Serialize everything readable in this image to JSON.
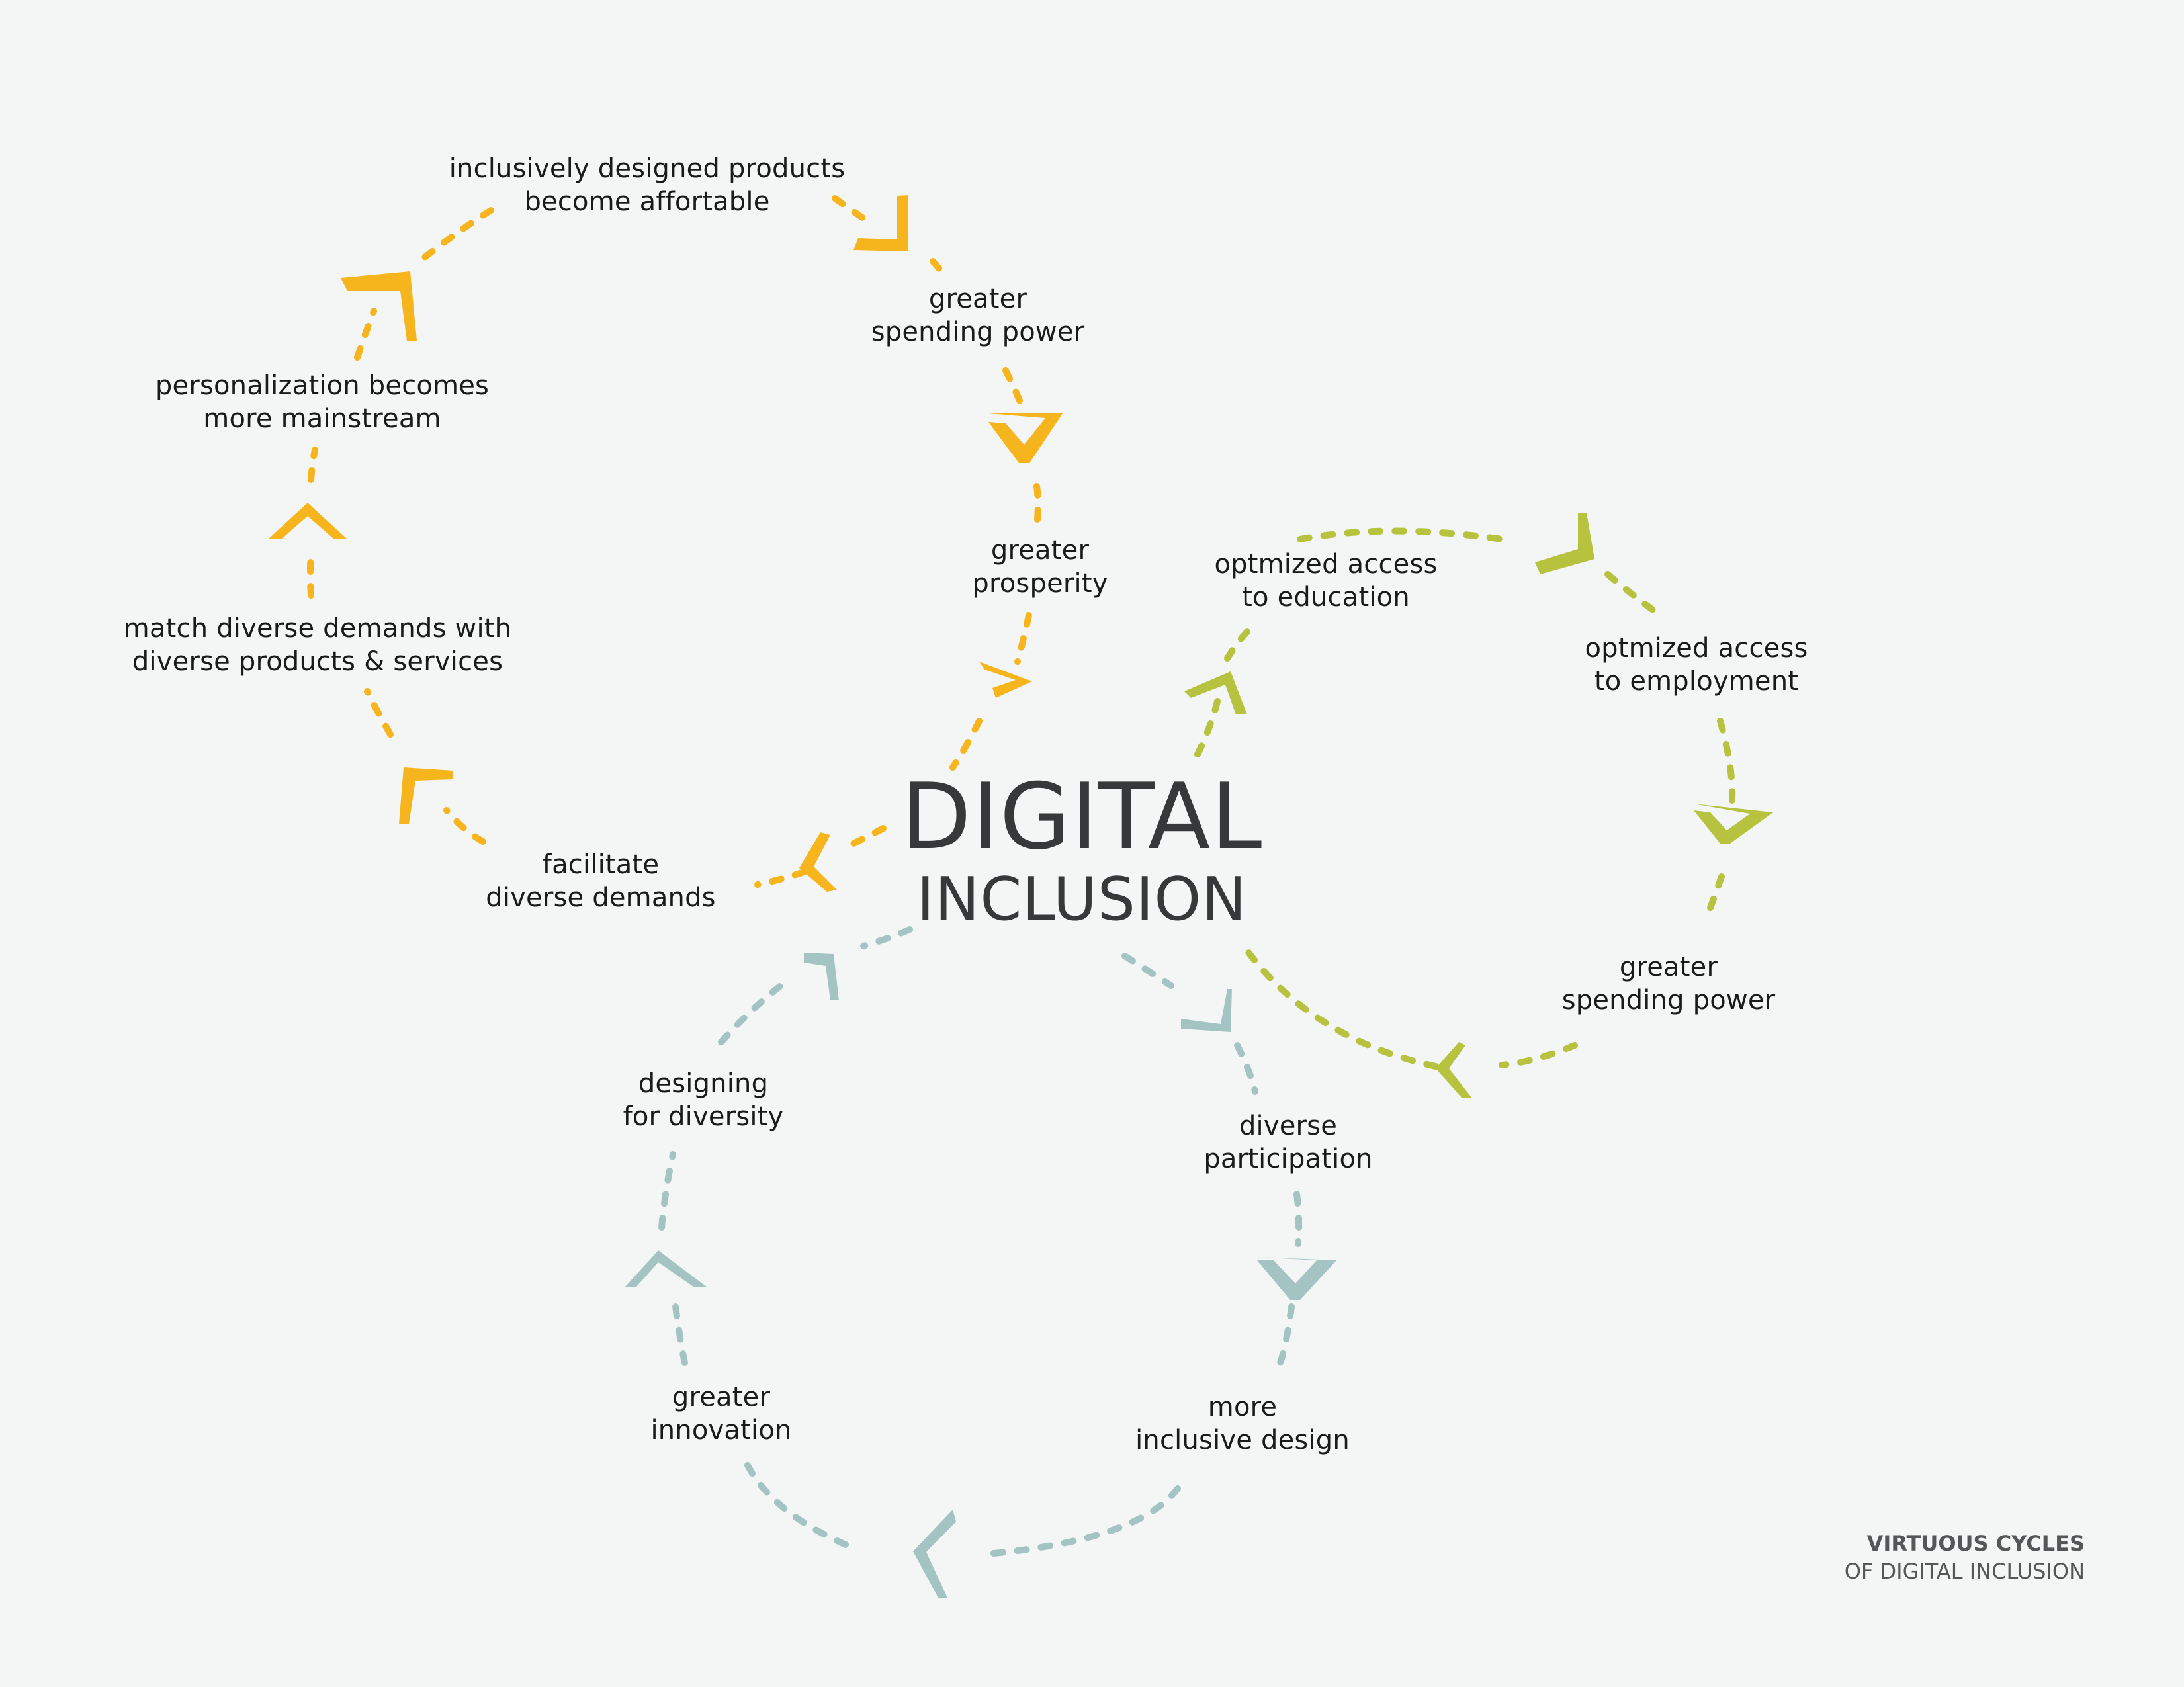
{
  "title": {
    "line1": "DIGITAL",
    "line2": "INCLUSION"
  },
  "caption": {
    "line1": "VIRTUOUS CYCLES",
    "line2": "OF DIGITAL INCLUSION"
  },
  "colors": {
    "yellow_cycle": "#f6b51d",
    "green_cycle": "#b7c23f",
    "teal_cycle": "#a4c4c4",
    "text": "#1a1a1a",
    "title": "#37383a",
    "background": "#f4f5f5"
  },
  "cycles": {
    "yellow": {
      "labels": [
        {
          "line1": "inclusively designed products",
          "line2": "become affortable"
        },
        {
          "line1": "greater",
          "line2": "spending power"
        },
        {
          "line1": "greater",
          "line2": "prosperity"
        },
        {
          "line1": "facilitate",
          "line2": "diverse demands"
        },
        {
          "line1": "match diverse demands with",
          "line2": "diverse products & services"
        },
        {
          "line1": "personalization becomes",
          "line2": "more mainstream"
        }
      ]
    },
    "green": {
      "labels": [
        {
          "line1": "optmized access",
          "line2": "to education"
        },
        {
          "line1": "optmized access",
          "line2": "to employment"
        },
        {
          "line1": "greater",
          "line2": "spending power"
        }
      ]
    },
    "teal": {
      "labels": [
        {
          "line1": "diverse",
          "line2": "participation"
        },
        {
          "line1": "more",
          "line2": "inclusive design"
        },
        {
          "line1": "greater",
          "line2": "innovation"
        },
        {
          "line1": "designing",
          "line2": "for diversity"
        }
      ]
    }
  }
}
